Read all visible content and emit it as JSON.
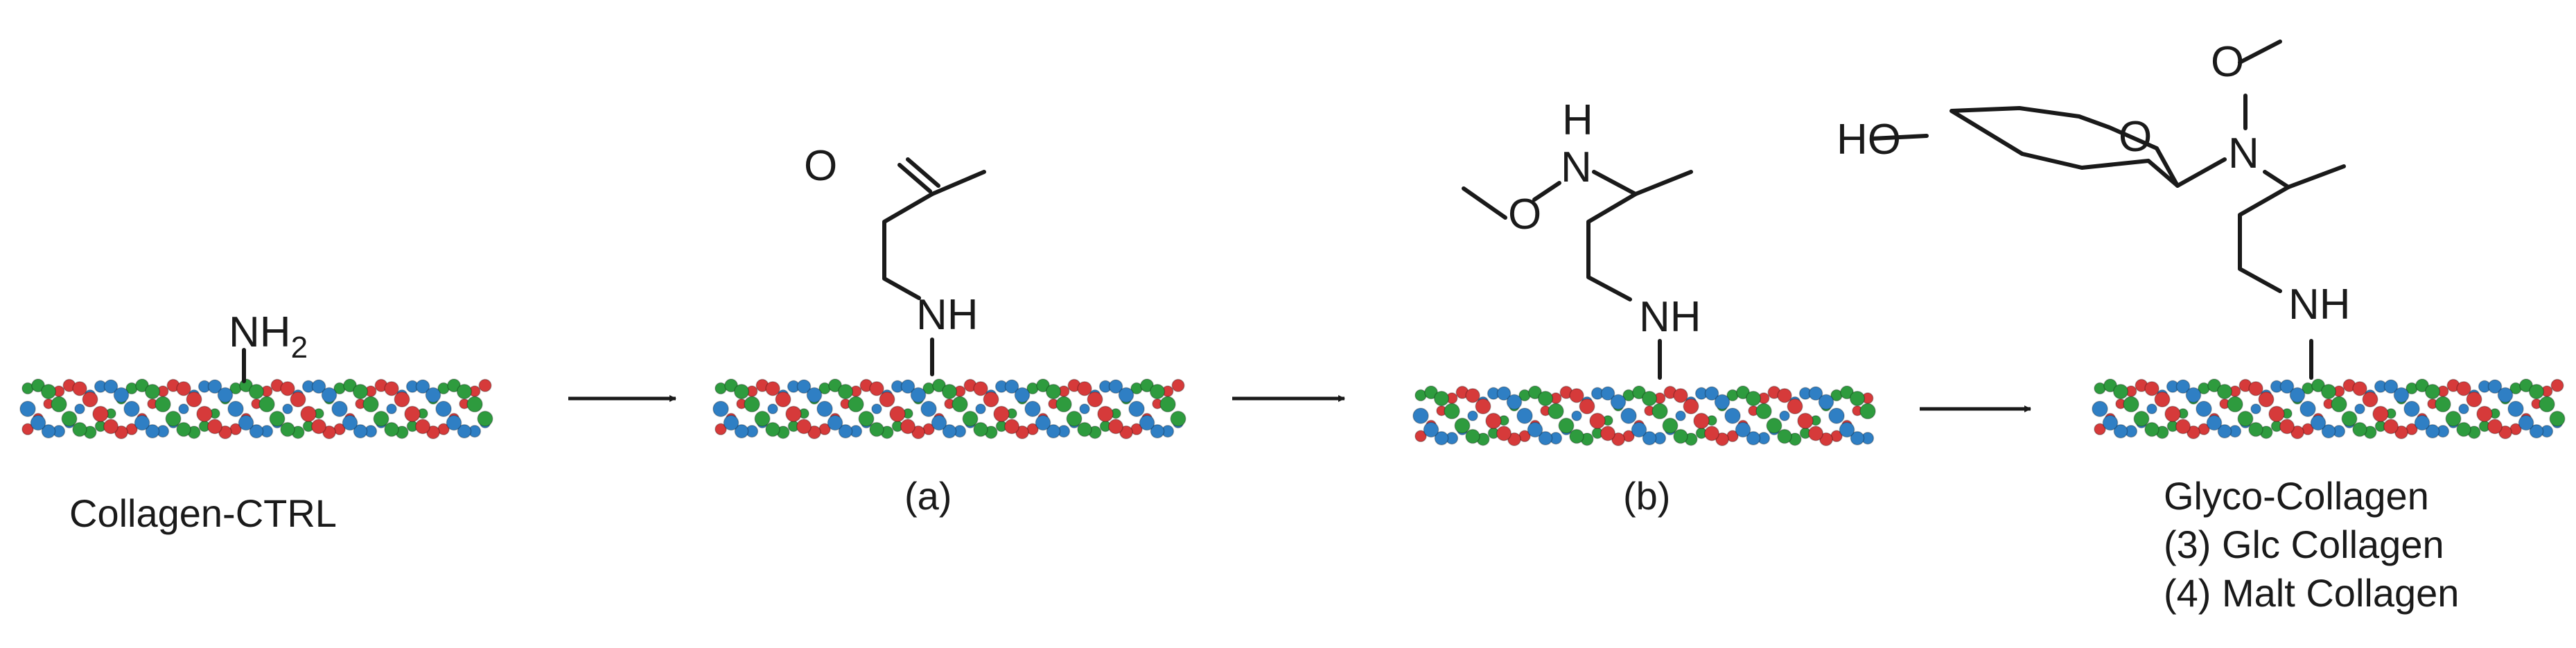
{
  "colors": {
    "strand_green": "#2e9b3e",
    "strand_blue": "#2f7fc4",
    "strand_red": "#d63a3a",
    "ink": "#1a1a1a"
  },
  "atoms": {
    "nitrogen_h2": "NH",
    "h2_subscript": "2",
    "nh": "NH",
    "oxygen": "O",
    "n": "N",
    "h": "H",
    "ho": "HO"
  },
  "captions": {
    "ctrl": "Collagen-CTRL",
    "a": "(a)",
    "b": "(b)",
    "glyco": "Glyco-Collagen",
    "glc": "(3) Glc Collagen",
    "malt": "(4) Malt Collagen"
  }
}
